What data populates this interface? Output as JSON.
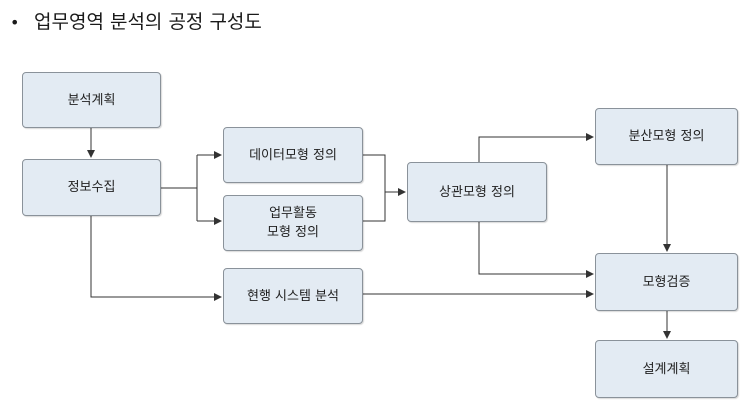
{
  "title": "업무영역 분석의 공정 구성도",
  "bullet": "•",
  "nodes": {
    "plan": "분석계획",
    "collect": "정보수집",
    "data_model": "데이터모형 정의",
    "activity_model": "업무활동\n모형 정의",
    "current_system": "현행 시스템 분석",
    "correlation_model": "상관모형 정의",
    "distribution_model": "분산모형 정의",
    "model_verify": "모형검증",
    "design_plan": "설계계획"
  },
  "colors": {
    "box_fill": "#e3ebf3",
    "box_border": "#8a929a",
    "line": "#333333"
  }
}
